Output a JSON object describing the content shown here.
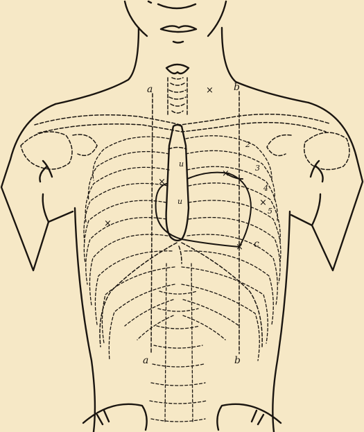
{
  "figure": {
    "background": "#f6e8c6",
    "ink": "#1a1510",
    "labels": {
      "a_top": "a",
      "b_top": "b",
      "a_bottom": "a",
      "b_bottom": "b",
      "c": "c",
      "intercostal_2": "2",
      "intercostal_3": "3",
      "intercostal_4": "4",
      "intercostal_5": "5",
      "cross": "×",
      "marks": [
        "×",
        "×",
        "×",
        "×",
        "×"
      ],
      "sternum_upper": "u",
      "sternum_lower": "u"
    }
  }
}
